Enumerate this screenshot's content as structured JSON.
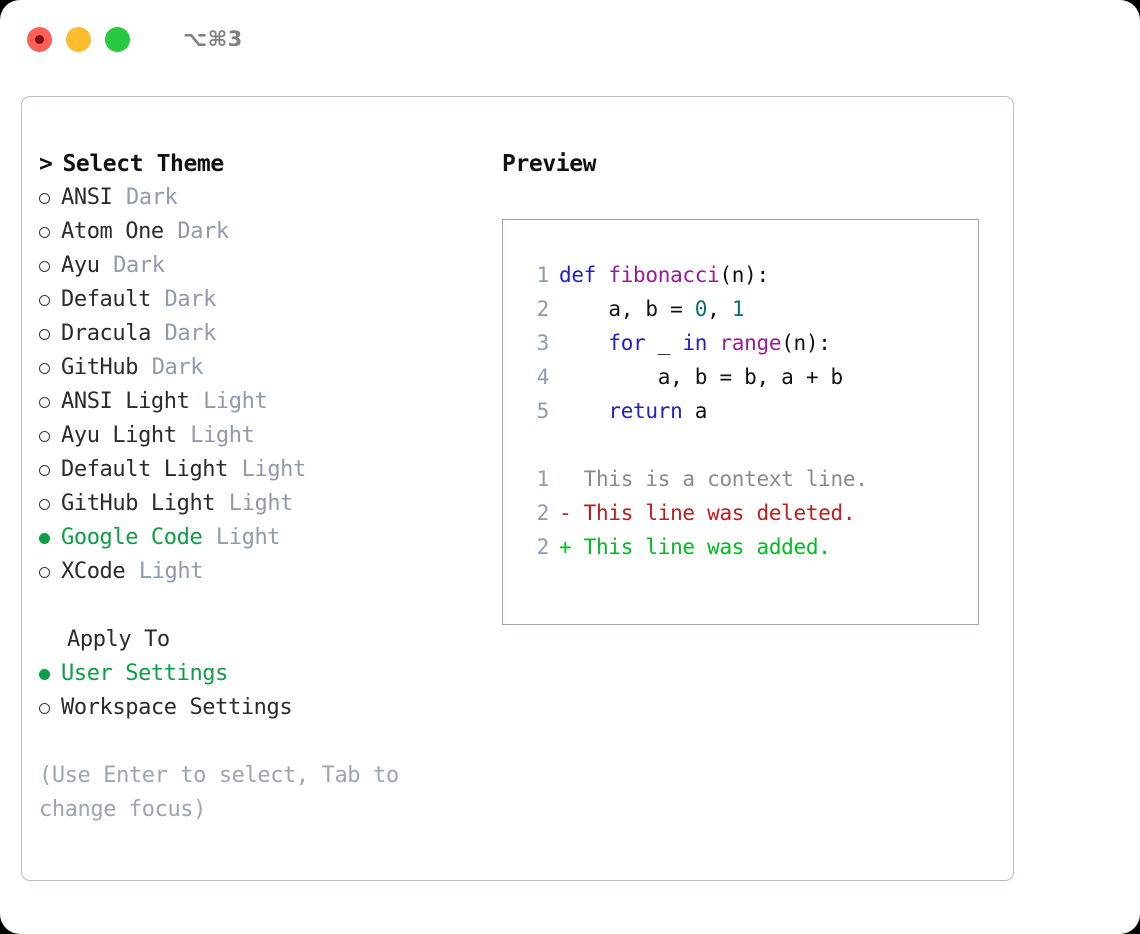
{
  "titlebar": {
    "lights": [
      "close-red",
      "minimize-yellow",
      "zoom-green"
    ],
    "shortcut": "⌥⌘3"
  },
  "left": {
    "header": {
      "caret": ">",
      "title": "Select Theme"
    },
    "themes": [
      {
        "name": "ANSI",
        "tag": "Dark",
        "selected": false
      },
      {
        "name": "Atom One",
        "tag": "Dark",
        "selected": false
      },
      {
        "name": "Ayu",
        "tag": "Dark",
        "selected": false
      },
      {
        "name": "Default",
        "tag": "Dark",
        "selected": false
      },
      {
        "name": "Dracula",
        "tag": "Dark",
        "selected": false
      },
      {
        "name": "GitHub",
        "tag": "Dark",
        "selected": false
      },
      {
        "name": "ANSI Light",
        "tag": "Light",
        "selected": false
      },
      {
        "name": "Ayu Light",
        "tag": "Light",
        "selected": false
      },
      {
        "name": "Default Light",
        "tag": "Light",
        "selected": false
      },
      {
        "name": "GitHub Light",
        "tag": "Light",
        "selected": false
      },
      {
        "name": "Google Code",
        "tag": "Light",
        "selected": true
      },
      {
        "name": "XCode",
        "tag": "Light",
        "selected": false
      }
    ],
    "apply_to": {
      "label": "Apply To",
      "options": [
        {
          "name": "User Settings",
          "selected": true
        },
        {
          "name": "Workspace Settings",
          "selected": false
        }
      ]
    },
    "hint": "(Use Enter to select, Tab to change focus)"
  },
  "right": {
    "title": "Preview",
    "code_lines": [
      {
        "no": "1",
        "tokens": [
          {
            "t": "def ",
            "c": "t-kw"
          },
          {
            "t": "fibonacci",
            "c": "t-fn"
          },
          {
            "t": "(n):",
            "c": "t-pl"
          }
        ]
      },
      {
        "no": "2",
        "tokens": [
          {
            "t": "    a, b = ",
            "c": "t-pl"
          },
          {
            "t": "0",
            "c": "t-num"
          },
          {
            "t": ", ",
            "c": "t-pl"
          },
          {
            "t": "1",
            "c": "t-num"
          }
        ]
      },
      {
        "no": "3",
        "tokens": [
          {
            "t": "    ",
            "c": "t-pl"
          },
          {
            "t": "for",
            "c": "t-kw"
          },
          {
            "t": " _ ",
            "c": "t-pl"
          },
          {
            "t": "in",
            "c": "t-kw"
          },
          {
            "t": " ",
            "c": "t-pl"
          },
          {
            "t": "range",
            "c": "t-fn"
          },
          {
            "t": "(n):",
            "c": "t-pl"
          }
        ]
      },
      {
        "no": "4",
        "tokens": [
          {
            "t": "        a, b = b, a + b",
            "c": "t-pl"
          }
        ]
      },
      {
        "no": "5",
        "tokens": [
          {
            "t": "    ",
            "c": "t-pl"
          },
          {
            "t": "return",
            "c": "t-kw"
          },
          {
            "t": " a",
            "c": "t-pl"
          }
        ]
      }
    ],
    "diff_lines": [
      {
        "no": "1",
        "text": "  This is a context line.",
        "c": "d-ctx"
      },
      {
        "no": "2",
        "text": "- This line was deleted.",
        "c": "d-del"
      },
      {
        "no": "2",
        "text": "+ This line was added.",
        "c": "d-add"
      }
    ]
  },
  "colors": {
    "accent_green": "#0ba045",
    "muted": "#8f9bad",
    "keyword": "#1f1fc4",
    "function": "#9b1a9b",
    "number": "#0b6f6f",
    "diff_add": "#00bb22",
    "diff_del": "#c11b1b",
    "border": "#b6bfce"
  }
}
